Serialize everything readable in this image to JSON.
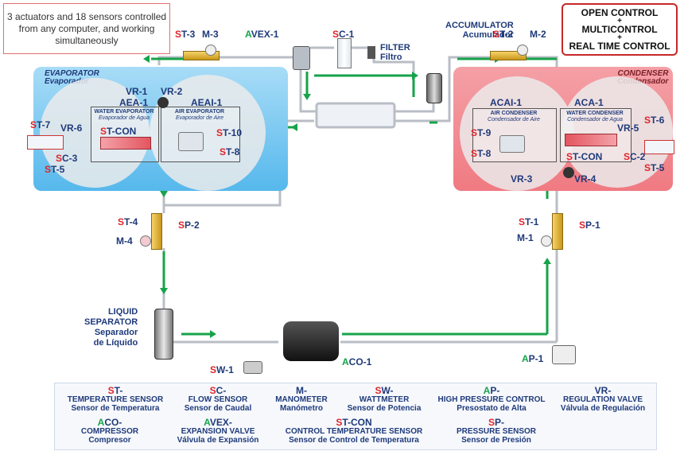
{
  "info_text": "3 actuators and 18 sensors controlled from any computer, and working simultaneously",
  "control_box": {
    "line1": "OPEN CONTROL",
    "plus": "+",
    "line2": "MULTICONTROL",
    "line3": "REAL TIME CONTROL"
  },
  "evaporator": {
    "title": "EVAPORATOR",
    "subtitle": "Evaporador",
    "water_label": "WATER EVAPORATOR",
    "water_sub": "Evaporador de Agua",
    "air_label": "AIR EVAPORATOR",
    "air_sub": "Evaporador de Aire"
  },
  "condenser": {
    "title": "CONDENSER",
    "subtitle": "Condensador",
    "air_label": "AIR CONDENSER",
    "air_sub": "Condensador de Aire",
    "water_label": "WATER CONDENSER",
    "water_sub": "Condensador de Agua"
  },
  "components": {
    "accumulator": "ACCUMULATOR",
    "accumulator_sub": "Acumulador",
    "filter": "FILTER",
    "filter_sub": "Filtro",
    "liquid_sep_1": "LIQUID",
    "liquid_sep_2": "SEPARATOR",
    "liquid_sep_3": "Separador",
    "liquid_sep_4": "de Líquido"
  },
  "tags": {
    "st3": {
      "p": "S",
      "r": "T-3"
    },
    "m3": {
      "p": "",
      "r": "M-3"
    },
    "avex1": {
      "p": "A",
      "r": "VEX-1"
    },
    "sc1": {
      "p": "S",
      "r": "C-1"
    },
    "st2": {
      "p": "S",
      "r": "T-2"
    },
    "m2": {
      "p": "",
      "r": "M-2"
    },
    "vr1": {
      "p": "",
      "r": "VR-1"
    },
    "vr2": {
      "p": "",
      "r": "VR-2"
    },
    "aea1": {
      "p": "",
      "r": "AEA-1"
    },
    "aeai1": {
      "p": "",
      "r": "AEAI-1"
    },
    "st7": {
      "p": "S",
      "r": "T-7"
    },
    "vr6": {
      "p": "",
      "r": "VR-6"
    },
    "stcon_e": {
      "p": "S",
      "r": "T-CON"
    },
    "st10": {
      "p": "S",
      "r": "T-10"
    },
    "sc3": {
      "p": "S",
      "r": "C-3"
    },
    "st8_e": {
      "p": "S",
      "r": "T-8"
    },
    "st5_e": {
      "p": "S",
      "r": "T-5"
    },
    "acai1": {
      "p": "",
      "r": "ACAI-1"
    },
    "aca1": {
      "p": "",
      "r": "ACA-1"
    },
    "st9": {
      "p": "S",
      "r": "T-9"
    },
    "vr5": {
      "p": "",
      "r": "VR-5"
    },
    "st6": {
      "p": "S",
      "r": "T-6"
    },
    "st8_c": {
      "p": "S",
      "r": "T-8"
    },
    "stcon_c": {
      "p": "S",
      "r": "T-CON"
    },
    "sc2": {
      "p": "S",
      "r": "C-2"
    },
    "st5_c": {
      "p": "S",
      "r": "T-5"
    },
    "vr3": {
      "p": "",
      "r": "VR-3"
    },
    "vr4": {
      "p": "",
      "r": "VR-4"
    },
    "st4": {
      "p": "S",
      "r": "T-4"
    },
    "sp2": {
      "p": "S",
      "r": "P-2"
    },
    "m4": {
      "p": "",
      "r": "M-4"
    },
    "st1": {
      "p": "S",
      "r": "T-1"
    },
    "sp1": {
      "p": "S",
      "r": "P-1"
    },
    "m1": {
      "p": "",
      "r": "M-1"
    },
    "sw1": {
      "p": "S",
      "r": "W-1"
    },
    "aco1": {
      "p": "A",
      "r": "CO-1"
    },
    "ap1": {
      "p": "A",
      "r": "P-1"
    }
  },
  "legend": [
    {
      "code_p": "S",
      "code_r": "T-",
      "en": "TEMPERATURE SENSOR",
      "es": "Sensor de Temperatura"
    },
    {
      "code_p": "S",
      "code_r": "C-",
      "en": "FLOW SENSOR",
      "es": "Sensor de Caudal"
    },
    {
      "code_p": "",
      "code_r": "M-",
      "en": "MANOMETER",
      "es": "Manómetro"
    },
    {
      "code_p": "S",
      "code_r": "W-",
      "en": "WATTMETER",
      "es": "Sensor de Potencia"
    },
    {
      "code_p": "A",
      "code_r": "P-",
      "en": "HIGH PRESSURE CONTROL",
      "es": "Presostato de Alta"
    },
    {
      "code_p": "",
      "code_r": "VR-",
      "en": "REGULATION VALVE",
      "es": "Válvula de Regulación"
    },
    {
      "code_p": "A",
      "code_r": "CO-",
      "en": "COMPRESSOR",
      "es": "Compresor"
    },
    {
      "code_p": "A",
      "code_r": "VEX-",
      "en": "EXPANSION VALVE",
      "es": "Válvula de Expansión"
    },
    {
      "code_p": "S",
      "code_r": "T-CON",
      "en": "CONTROL TEMPERATURE SENSOR",
      "es": "Sensor de Control de Temperatura"
    },
    {
      "code_p": "S",
      "code_r": "P-",
      "en": "PRESSURE SENSOR",
      "es": "Sensor de Presión"
    }
  ],
  "colors": {
    "sensor_prefix": "#e0242a",
    "actuator_prefix": "#16a34a",
    "label": "#1f3a7a",
    "flow_arrow": "#16a34a",
    "pipe": "#b9bec6"
  }
}
